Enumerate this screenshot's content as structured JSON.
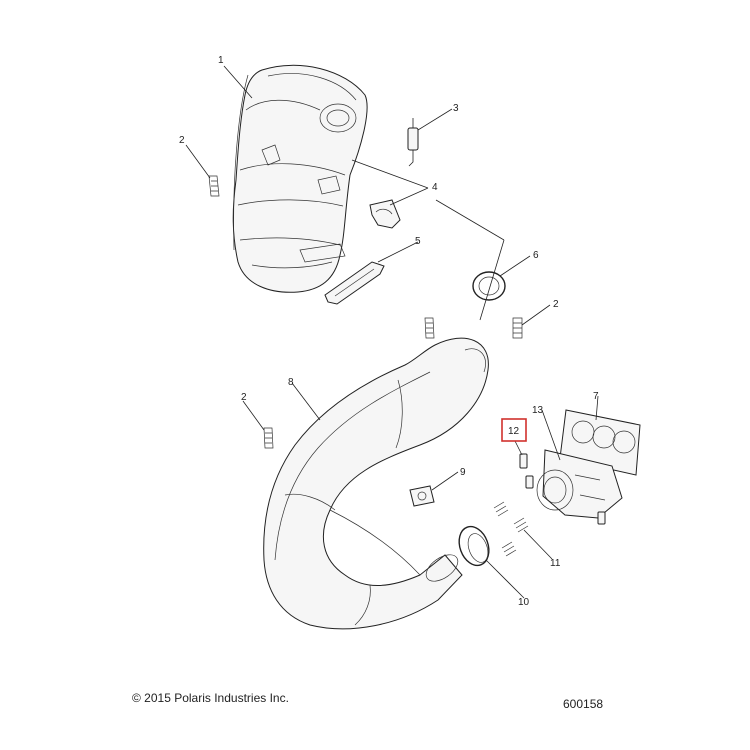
{
  "callouts": [
    {
      "id": "1",
      "label": "1"
    },
    {
      "id": "2a",
      "label": "2"
    },
    {
      "id": "3",
      "label": "3"
    },
    {
      "id": "4",
      "label": "4"
    },
    {
      "id": "5",
      "label": "5"
    },
    {
      "id": "6",
      "label": "6"
    },
    {
      "id": "2b",
      "label": "2"
    },
    {
      "id": "2c",
      "label": "2"
    },
    {
      "id": "8",
      "label": "8"
    },
    {
      "id": "13",
      "label": "13"
    },
    {
      "id": "7",
      "label": "7"
    },
    {
      "id": "12",
      "label": "12"
    },
    {
      "id": "9",
      "label": "9"
    },
    {
      "id": "11",
      "label": "11"
    },
    {
      "id": "10",
      "label": "10"
    }
  ],
  "highlight": {
    "label": "12",
    "color": "#d0312d"
  },
  "footer": {
    "copyright": "© 2015 Polaris Industries Inc.",
    "figure_number": "600158"
  }
}
